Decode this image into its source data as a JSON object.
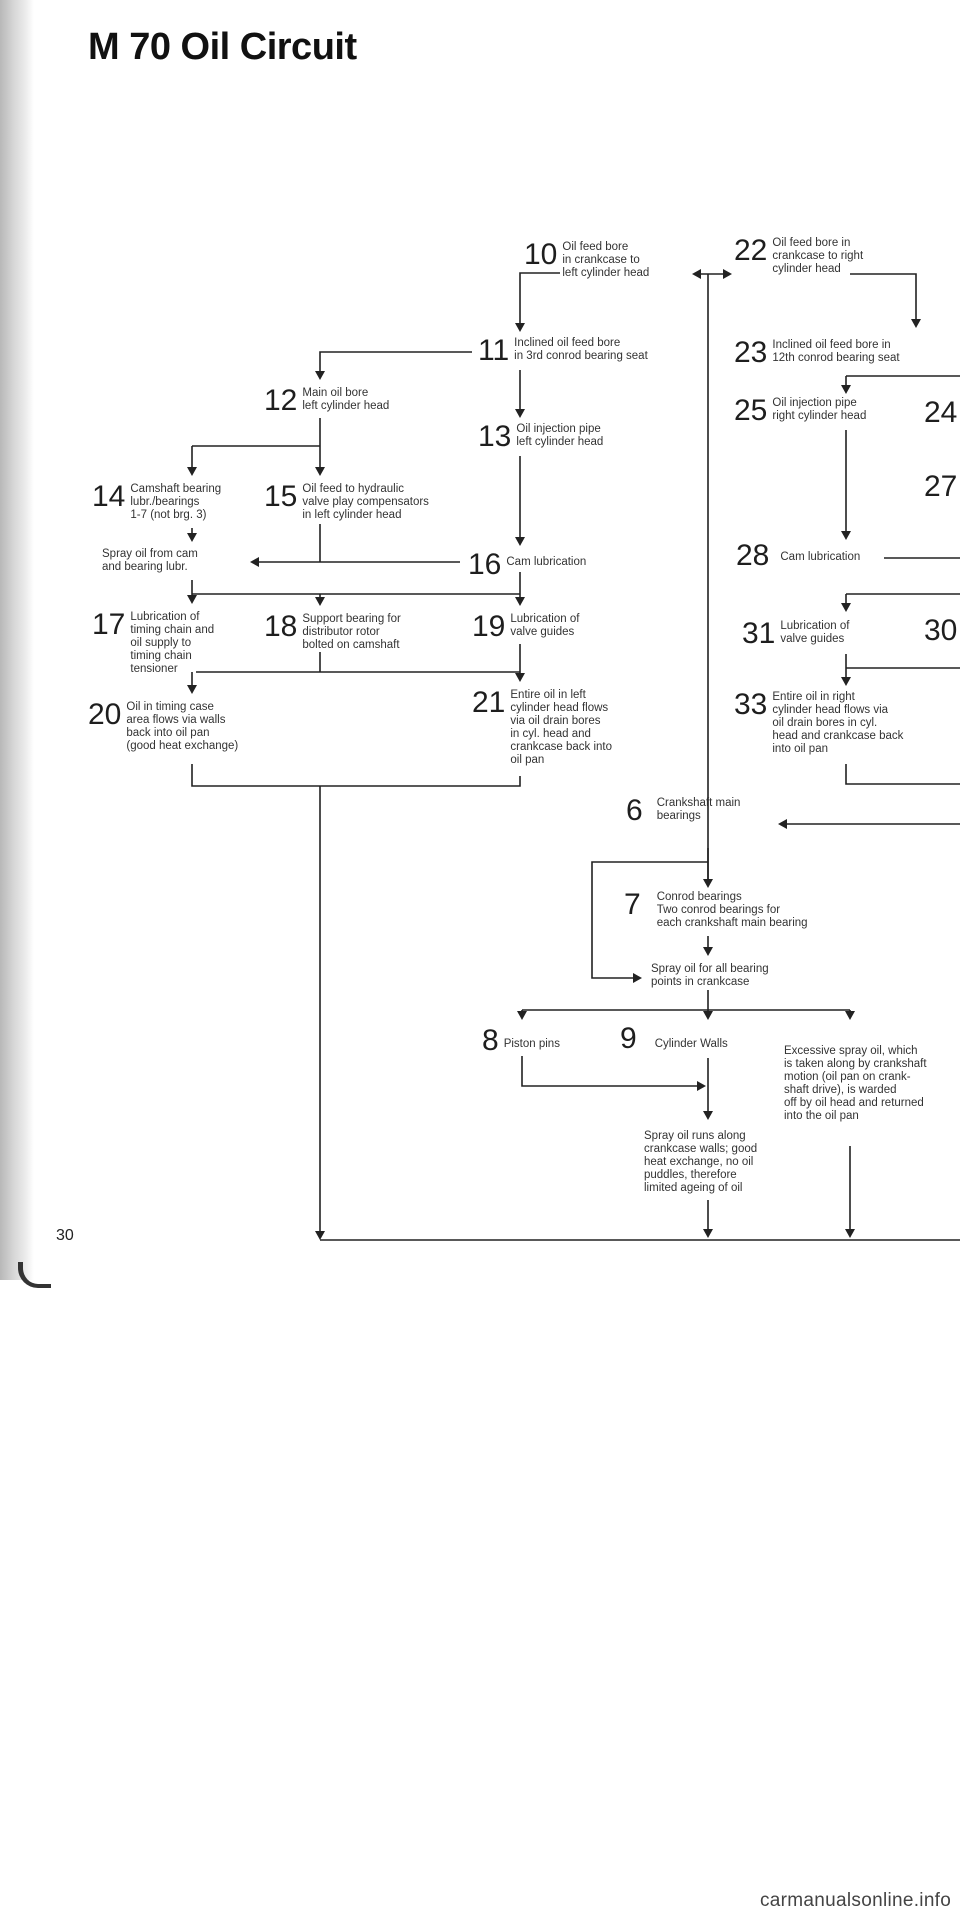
{
  "page": {
    "title": "M 70 Oil Circuit",
    "page_number": "30",
    "footer": "carmanualsonline.info"
  },
  "nodes": [
    {
      "id": "n10",
      "num": "10",
      "label": "Oil feed bore\nin crankcase to\nleft cylinder head"
    },
    {
      "id": "n11",
      "num": "11",
      "label": "Inclined oil feed bore\nin 3rd conrod bearing seat"
    },
    {
      "id": "n12",
      "num": "12",
      "label": "Main oil bore\nleft cylinder head"
    },
    {
      "id": "n13",
      "num": "13",
      "label": "Oil injection pipe\nleft cylinder head"
    },
    {
      "id": "n14",
      "num": "14",
      "label": "Camshaft bearing\nlubr./bearings\n1-7 (not brg. 3)"
    },
    {
      "id": "n15",
      "num": "15",
      "label": "Oil feed to hydraulic\nvalve play compensators\nin left cylinder head"
    },
    {
      "id": "n16",
      "num": "16",
      "label": "Cam lubrication"
    },
    {
      "id": "n17",
      "num": "17",
      "label": "Lubrication of\ntiming chain and\noil supply to\ntiming chain\ntensioner"
    },
    {
      "id": "n18",
      "num": "18",
      "label": "Support bearing for\ndistributor rotor\nbolted on camshaft"
    },
    {
      "id": "n19",
      "num": "19",
      "label": "Lubrication of\nvalve guides"
    },
    {
      "id": "n20",
      "num": "20",
      "label": "Oil in timing case\narea flows via walls\nback into oil pan\n(good heat exchange)"
    },
    {
      "id": "n21",
      "num": "21",
      "label": "Entire oil in left\ncylinder head flows\nvia oil drain bores\nin cyl. head and\ncrankcase back into\noil pan"
    },
    {
      "id": "n22",
      "num": "22",
      "label": "Oil feed bore in\ncrankcase to right\ncylinder head"
    },
    {
      "id": "n23",
      "num": "23",
      "label": "Inclined oil feed bore in\n12th conrod bearing seat"
    },
    {
      "id": "n25",
      "num": "25",
      "label": "Oil injection pipe\nright cylinder head"
    },
    {
      "id": "n28",
      "num": "28",
      "label": "Cam lubrication"
    },
    {
      "id": "n31",
      "num": "31",
      "label": "Lubrication of\nvalve guides"
    },
    {
      "id": "n33",
      "num": "33",
      "label": "Entire oil in right\ncylinder head flows via\noil drain bores in cyl.\nhead and crankcase back\ninto oil pan"
    },
    {
      "id": "n6",
      "num": "6",
      "label": "Crankshaft main\nbearings"
    },
    {
      "id": "n7",
      "num": "7",
      "label": "Conrod bearings\nTwo conrod bearings for\neach crankshaft main bearing"
    },
    {
      "id": "n8",
      "num": "8",
      "label": "Piston pins"
    },
    {
      "id": "n9",
      "num": "9",
      "label": "Cylinder Walls"
    }
  ],
  "edge_numbers": [
    "24",
    "27",
    "30"
  ],
  "texts": {
    "spray_cam": "Spray oil from cam\nand bearing lubr.",
    "spray_all": "Spray oil for all bearing\npoints in crankcase",
    "excessive": "Excessive spray oil, which\nis taken along by crankshaft\nmotion (oil pan on crank-\nshaft drive), is warded\noff by oil head and returned\ninto the oil pan",
    "spray_runs": "Spray oil runs along\ncrankcase walls; good\nheat exchange, no oil\npuddles, therefore\nlimited ageing of oil"
  }
}
